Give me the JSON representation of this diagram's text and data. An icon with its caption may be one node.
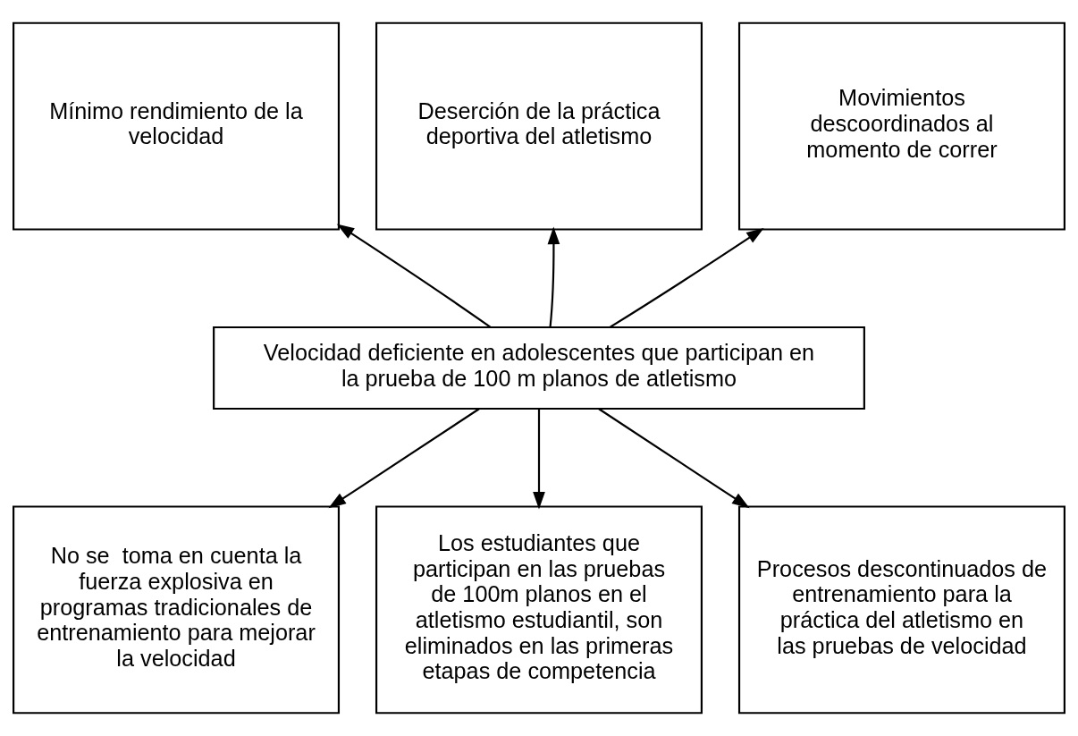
{
  "diagram": {
    "nodes": [
      {
        "text": [
          "Mínimo rendimiento de la velocidad"
        ]
      },
      {
        "text": [
          "Deserción de la práctica deportiva del atletismo"
        ]
      },
      {
        "text": [
          "Movimientos descoordinados al momento de correr"
        ]
      },
      {
        "text": [
          "Velocidad deficiente en adolescentes que participan en la prueba de 100 m planos de atletismo"
        ]
      },
      {
        "text": [
          "No se  toma en cuenta la fuerza explosiva en programas tradicionales de entrenamiento para mejorar la velocidad"
        ]
      },
      {
        "text": [
          "Los estudiantes que participan en las pruebas de 100m planos en el atletismo estudiantil, son eliminados en las primeras etapas de competencia"
        ]
      },
      {
        "text": [
          "Procesos descontinuados de entrenamiento para la práctica del atletismo en las pruebas de velocidad"
        ]
      }
    ],
    "edges": [
      {
        "from": 3,
        "to": 0,
        "arrow": "to"
      },
      {
        "from": 3,
        "to": 1,
        "arrow": "to"
      },
      {
        "from": 3,
        "to": 2,
        "arrow": "to"
      },
      {
        "from": 3,
        "to": 4,
        "arrow": "to"
      },
      {
        "from": 3,
        "to": 5,
        "arrow": "to"
      },
      {
        "from": 3,
        "to": 6,
        "arrow": "to"
      }
    ]
  }
}
